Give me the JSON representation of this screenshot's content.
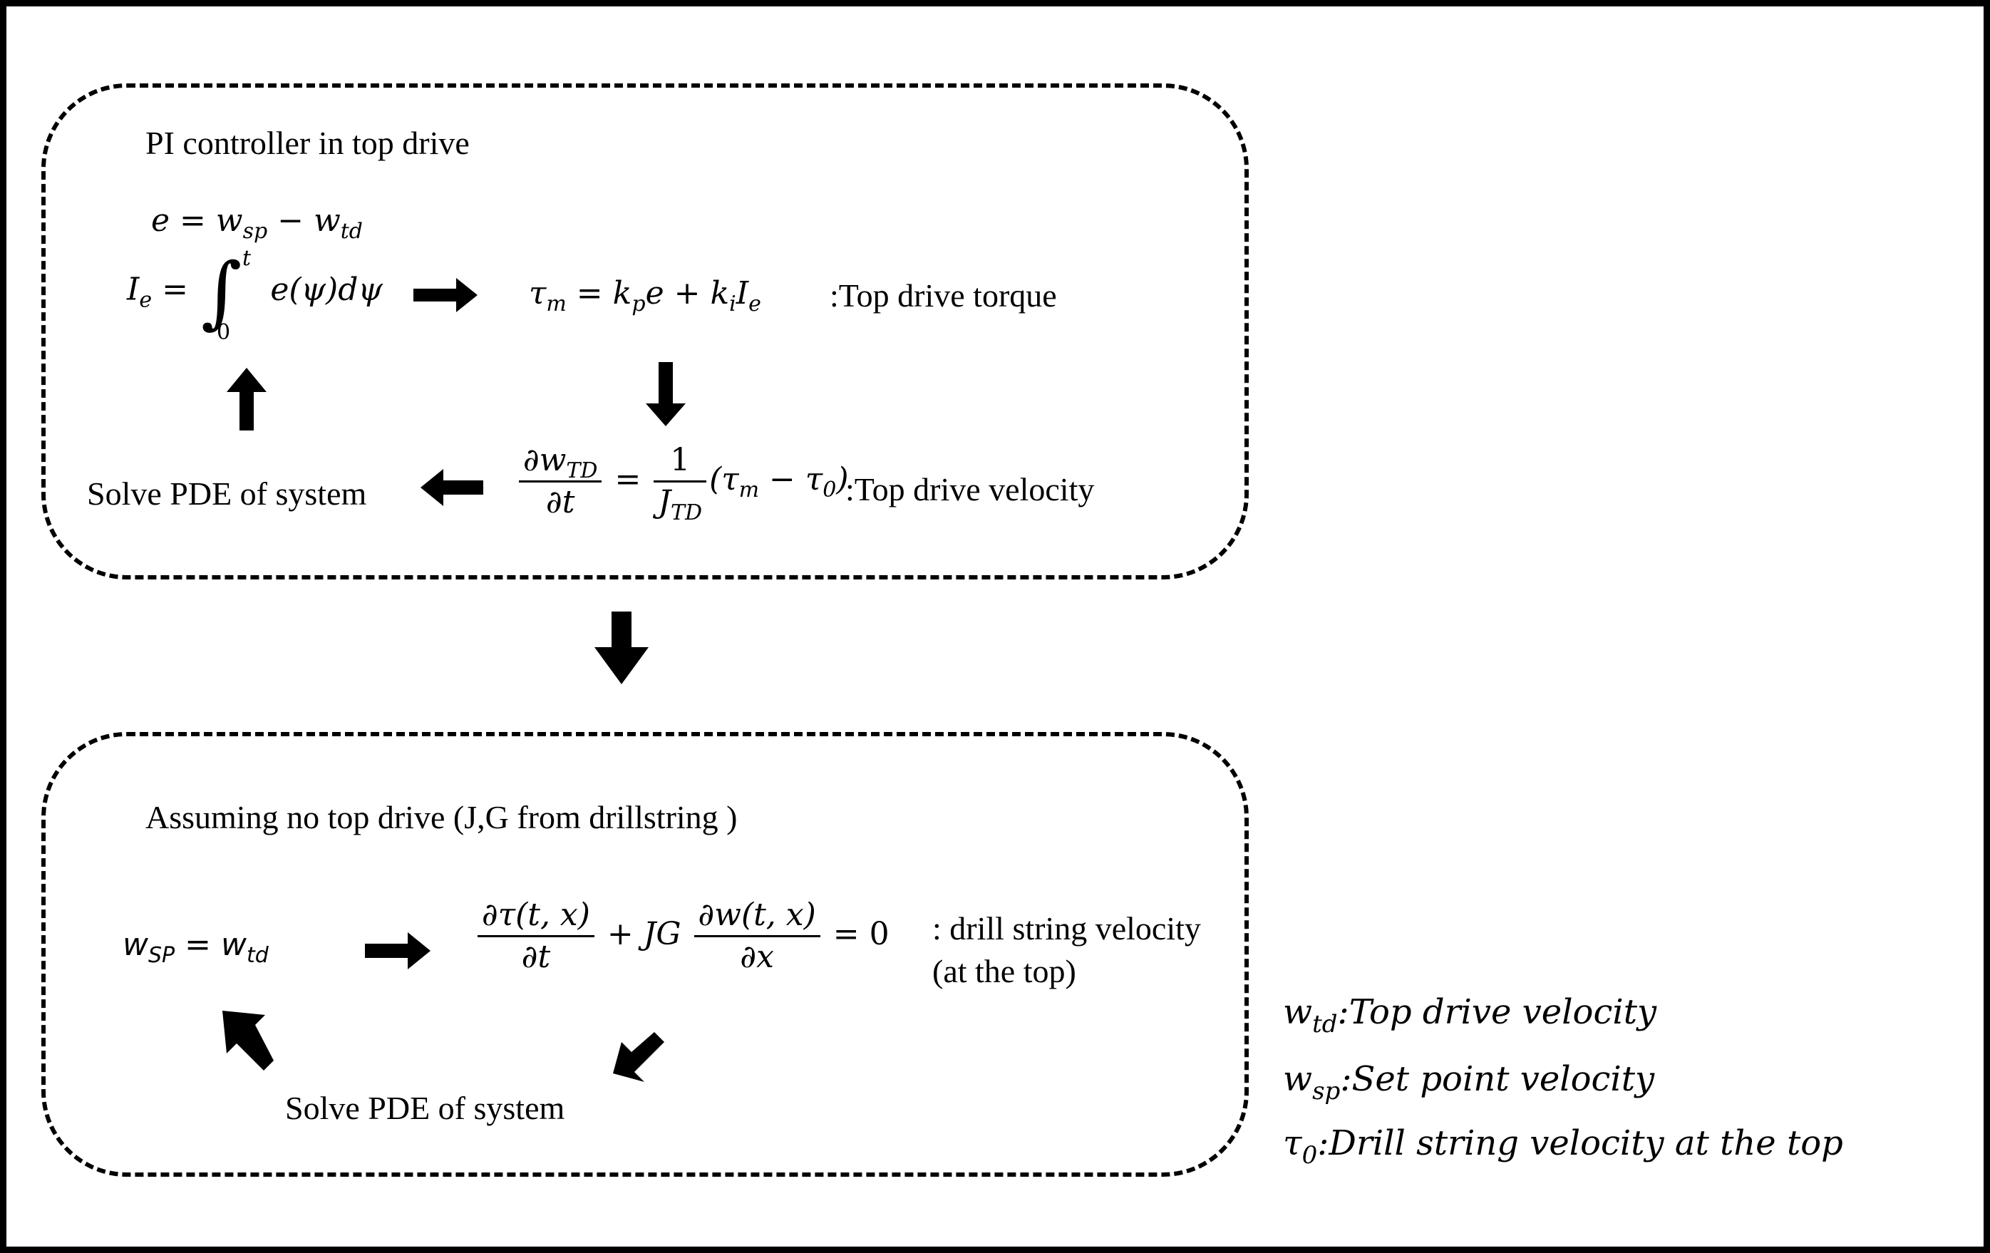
{
  "top_box": {
    "title": "PI controller in top drive",
    "error_eq": {
      "lhs": "e",
      "eq": "=",
      "a": "w",
      "a_sub": "sp",
      "minus": "−",
      "b": "w",
      "b_sub": "td"
    },
    "integral_eq": {
      "lhs": "I",
      "lhs_sub": "e",
      "eq": "=",
      "sign": "∫",
      "upper": "t",
      "lower": "0",
      "integrand": "e(ψ)dψ"
    },
    "torque_eq": {
      "lhs": "τ",
      "lhs_sub": "m",
      "eq": "=",
      "t1": "k",
      "t1_sub": "p",
      "t1b": "e",
      "plus": "+",
      "t2": "k",
      "t2_sub": "i",
      "t2b": "I",
      "t2b_sub": "e"
    },
    "torque_label": ":Top drive torque",
    "velocity_eq": {
      "num": "∂w",
      "num_sub": "TD",
      "den": "∂t",
      "eq": "=",
      "num2": "1",
      "den2": "J",
      "den2_sub": "TD",
      "rest_open": "(τ",
      "rest_sub1": "m",
      "rest_mid": " − τ",
      "rest_sub2": "0",
      "rest_close": ")"
    },
    "velocity_label": ":Top drive velocity",
    "solve_label": "Solve PDE of system"
  },
  "bottom_box": {
    "title": "Assuming no top drive (J,G from drillstring )",
    "eq1": {
      "a": "w",
      "a_sub": "SP",
      "eq": "=",
      "b": "w",
      "b_sub": "td"
    },
    "pde": {
      "num1": "∂τ(t, x)",
      "den1": "∂t",
      "plus": "+ JG",
      "num2": "∂w(t, x)",
      "den2": "∂x",
      "eq": "= 0"
    },
    "pde_label_line1": ": drill string velocity",
    "pde_label_line2": "(at the top)",
    "solve_label": "Solve PDE of system"
  },
  "legend": [
    {
      "sym": "w",
      "sub": "td",
      "text": ":Top drive velocity"
    },
    {
      "sym": "w",
      "sub": "sp",
      "text": ":Set point velocity"
    },
    {
      "sym": "τ",
      "sub": "0",
      "text": ":Drill string velocity at the top"
    }
  ]
}
